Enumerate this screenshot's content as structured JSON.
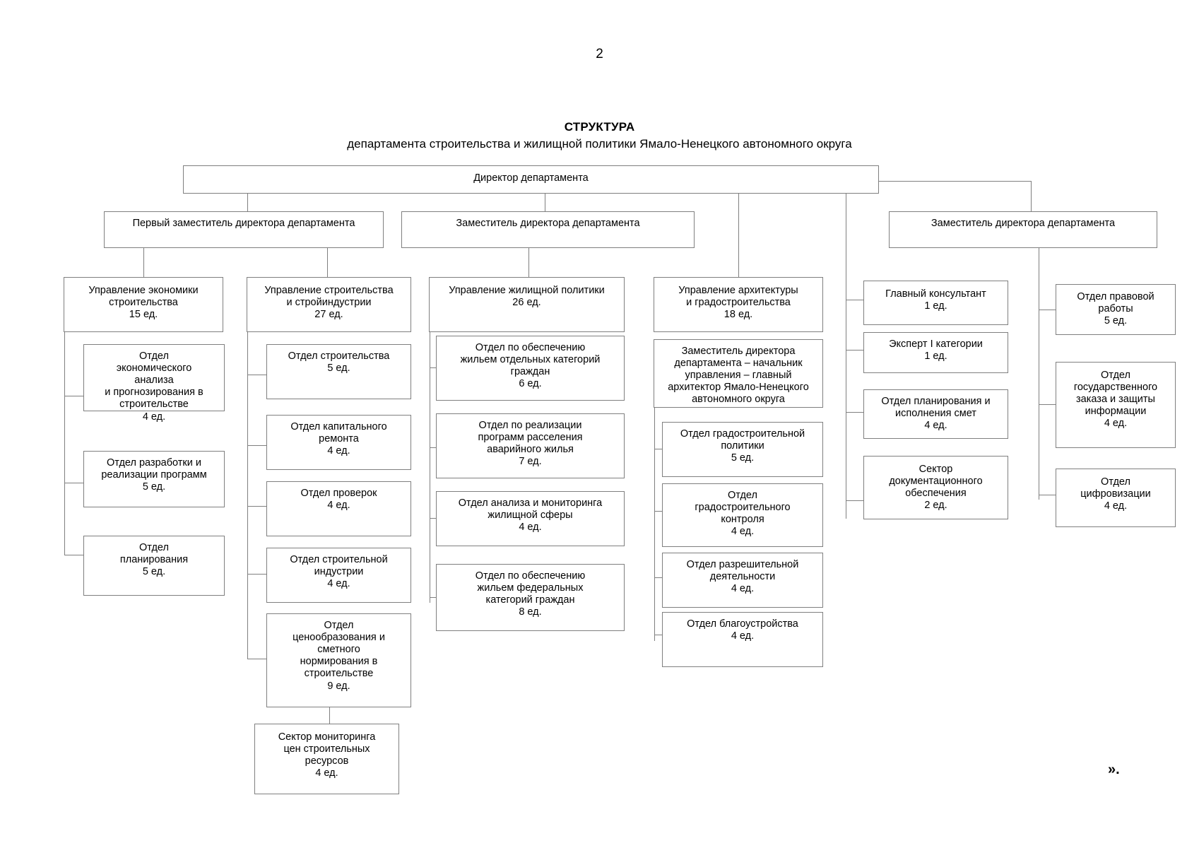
{
  "page": {
    "number": "2",
    "tail_mark": "».",
    "title_main": "СТРУКТУРА",
    "title_sub": "департамента строительства и жилищной политики Ямало-Ненецкого автономного округа"
  },
  "chart_data": {
    "type": "diagram",
    "title": "СТРУКТУРА департамента строительства и жилищной политики Ямало-Ненецкого автономного округа",
    "root": {
      "label": "Директор департамента"
    },
    "deputies": [
      {
        "label": "Первый заместитель директора департамента"
      },
      {
        "label": "Заместитель директора департамента"
      },
      {
        "label": "Заместитель директора департамента"
      }
    ],
    "columns": [
      {
        "name": "column-economics",
        "head": {
          "label": "Управление экономики\nстроительства",
          "units": "15 ед."
        },
        "children": [
          {
            "label": "Отдел\nэкономического\nанализа\nи прогнозирования в\nстроительстве",
            "units": "4 ед."
          },
          {
            "label": "Отдел разработки и\nреализации программ",
            "units": "5 ед."
          },
          {
            "label": "Отдел\nпланирования",
            "units": "5 ед."
          }
        ]
      },
      {
        "name": "column-construction",
        "head": {
          "label": "Управление строительства\nи стройиндустрии",
          "units": "27 ед."
        },
        "children": [
          {
            "label": "Отдел строительства",
            "units": "5 ед."
          },
          {
            "label": "Отдел капитального\nремонта",
            "units": "4 ед."
          },
          {
            "label": "Отдел проверок",
            "units": "4 ед."
          },
          {
            "label": "Отдел строительной\nиндустрии",
            "units": "4 ед."
          },
          {
            "label": "Отдел\nценообразования и\nсметного\nнормирования в\nстроительстве",
            "units": "9 ед."
          }
        ],
        "grandchild": {
          "label": "Сектор мониторинга\nцен строительных\nресурсов",
          "units": "4 ед."
        }
      },
      {
        "name": "column-housing",
        "head": {
          "label": "Управление жилищной политики",
          "units": "26 ед."
        },
        "children": [
          {
            "label": "Отдел по обеспечению\nжильем отдельных категорий\nграждан",
            "units": "6 ед."
          },
          {
            "label": "Отдел по реализации\nпрограмм расселения\nаварийного жилья",
            "units": "7 ед."
          },
          {
            "label": "Отдел анализа и мониторинга\nжилищной сферы",
            "units": "4 ед."
          },
          {
            "label": "Отдел по обеспечению\nжильем федеральных\nкатегорий граждан",
            "units": "8 ед."
          }
        ]
      },
      {
        "name": "column-architecture",
        "head": {
          "label": "Управление архитектуры\nи градостроительства",
          "units": "18 ед."
        },
        "deputy_head": {
          "label": "Заместитель директора\nдепартамента – начальник\nуправления – главный\nархитектор Ямало-Ненецкого\nавтономного округа",
          "units": ""
        },
        "children": [
          {
            "label": "Отдел градостроительной\nполитики",
            "units": "5 ед."
          },
          {
            "label": "Отдел\nградостроительного\nконтроля",
            "units": "4 ед."
          },
          {
            "label": "Отдел разрешительной\nдеятельности",
            "units": "4 ед."
          },
          {
            "label": "Отдел благоустройства",
            "units": "4 ед."
          }
        ]
      },
      {
        "name": "column-staff",
        "children": [
          {
            "label": "Главный консультант",
            "units": "1 ед."
          },
          {
            "label": "Эксперт I категории",
            "units": "1 ед."
          },
          {
            "label": "Отдел планирования и\nисполнения смет",
            "units": "4 ед."
          },
          {
            "label": "Сектор\nдокументационного\nобеспечения",
            "units": "2 ед."
          }
        ]
      },
      {
        "name": "column-legal",
        "children": [
          {
            "label": "Отдел правовой\nработы",
            "units": "5 ед."
          },
          {
            "label": "Отдел\nгосударственного\nзаказа и защиты\nинформации",
            "units": "4 ед."
          },
          {
            "label": "Отдел\nцифровизации",
            "units": "4 ед."
          }
        ]
      }
    ]
  }
}
